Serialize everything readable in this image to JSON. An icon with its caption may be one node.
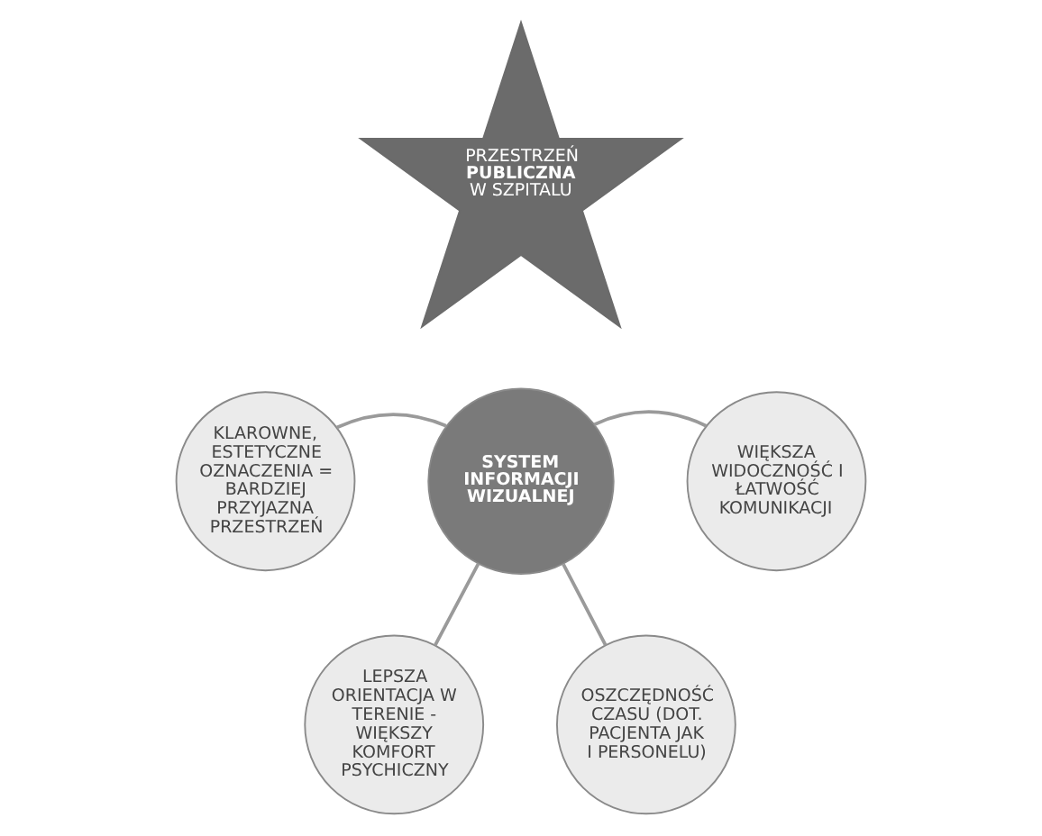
{
  "diagram": {
    "nodes": [
      {
        "text": [
          "PRZESTRZEŃ **PUBLICZNA** W SZPITALU"
        ]
      },
      {
        "text": [
          "SYSTEM INFORMACJI WIZUALNEJ"
        ]
      },
      {
        "text": [
          "KLAROWNE, ESTETYCZNE OZNACZENIA = BARDZIEJ PRZYJAZNA PRZESTRZEŃ"
        ]
      },
      {
        "text": [
          "WIĘKSZA WIDOCZNOŚĆ I ŁATWOŚĆ KOMUNIKACJI"
        ]
      },
      {
        "text": [
          "LEPSZA ORIENTACJA W TERENIE - WIĘKSZY KOMFORT PSYCHICZNY"
        ]
      },
      {
        "text": [
          "OSZCZĘDNOŚĆ CZASU (DOT. PACJENTA JAK I PERSONELU)"
        ]
      }
    ],
    "edges": [
      {
        "from": 1,
        "to": 2,
        "arrow": "none"
      },
      {
        "from": 1,
        "to": 3,
        "arrow": "none"
      },
      {
        "from": 1,
        "to": 4,
        "arrow": "none"
      },
      {
        "from": 1,
        "to": 5,
        "arrow": "none"
      }
    ]
  }
}
